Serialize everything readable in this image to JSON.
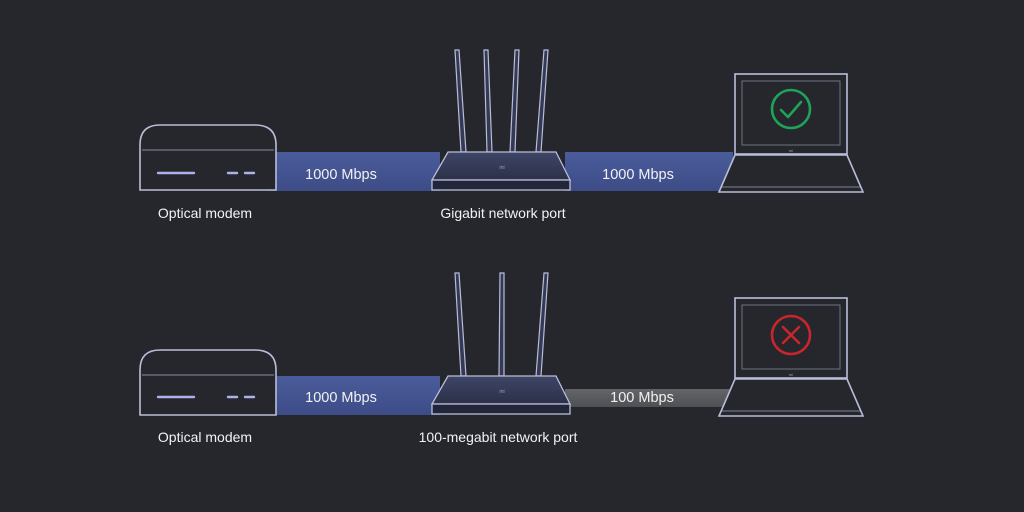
{
  "colors": {
    "background": "#26272d",
    "link_fast": "#4a5b9a",
    "link_slow": "#5c5d60",
    "device_stroke": "#b8bed8",
    "success": "#1fa25a",
    "error": "#c8262c"
  },
  "rows": [
    {
      "modem_label": "Optical modem",
      "router_label": "Gigabit network port",
      "link_in_speed": "1000 Mbps",
      "link_out_speed": "1000 Mbps",
      "router_brand": "mi",
      "laptop_brand": "mi",
      "status_icon": "check-circle-icon",
      "status": "success",
      "antenna_count": 4
    },
    {
      "modem_label": "Optical modem",
      "router_label": "100-megabit network port",
      "link_in_speed": "1000 Mbps",
      "link_out_speed": "100 Mbps",
      "router_brand": "mi",
      "laptop_brand": "mi",
      "status_icon": "x-circle-icon",
      "status": "error",
      "antenna_count": 3
    }
  ]
}
